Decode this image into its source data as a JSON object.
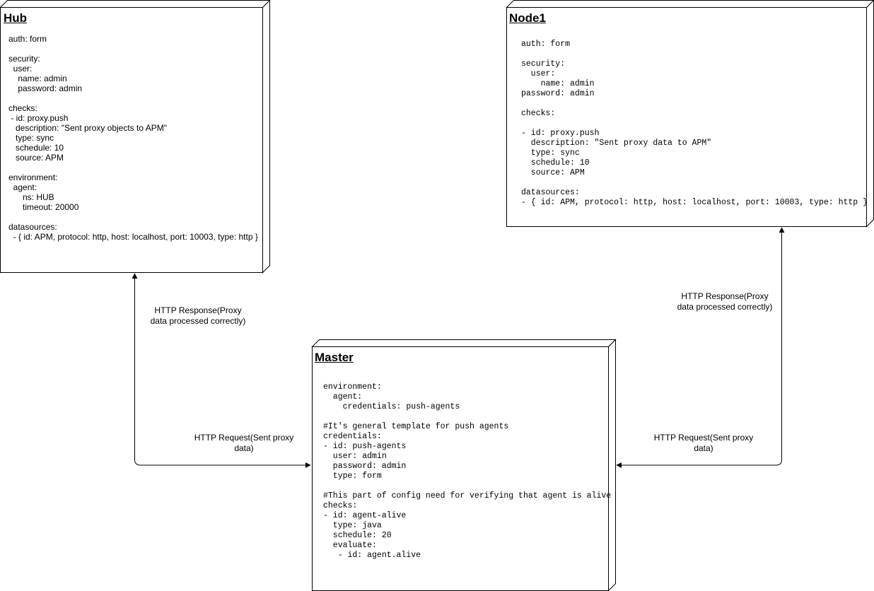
{
  "nodes": {
    "hub": {
      "title": "Hub",
      "body": "auth: form\n\nsecurity:\n  user:\n    name: admin\n    password: admin\n\nchecks:\n - id: proxy.push\n   description: \"Sent proxy objects to APM\"\n   type: sync\n   schedule: 10\n   source: APM\n\nenvironment:\n  agent:\n      ns: HUB\n      timeout: 20000\n\ndatasources:\n  - { id: APM, protocol: http, host: localhost, port: 10003, type: http }"
    },
    "node1": {
      "title": "Node1",
      "body": "auth: form\n\nsecurity:\n  user:\n    name: admin\npassword: admin\n\nchecks:\n\n- id: proxy.push\n  description: \"Sent proxy data to APM\"\n  type: sync\n  schedule: 10\n  source: APM\n\ndatasources:\n- { id: APM, protocol: http, host: localhost, port: 10003, type: http }"
    },
    "master": {
      "title": "Master",
      "body": "environment:\n  agent:\n    credentials: push-agents\n\n#It's general template for push agents\ncredentials:\n- id: push-agents\n  user: admin\n  password: admin\n  type: form\n\n#This part of config need for verifying that agent is alive\nchecks:\n- id: agent-alive\n  type: java\n  schedule: 20\n  evaluate:\n   - id: agent.alive"
    }
  },
  "edges": {
    "hub_response": "HTTP Response(Proxy\ndata processed correctly)",
    "hub_request": "HTTP Request(Sent proxy\ndata)",
    "node1_response": "HTTP Response(Proxy\ndata processed correctly)",
    "node1_request": "HTTP Request(Sent proxy\ndata)"
  }
}
